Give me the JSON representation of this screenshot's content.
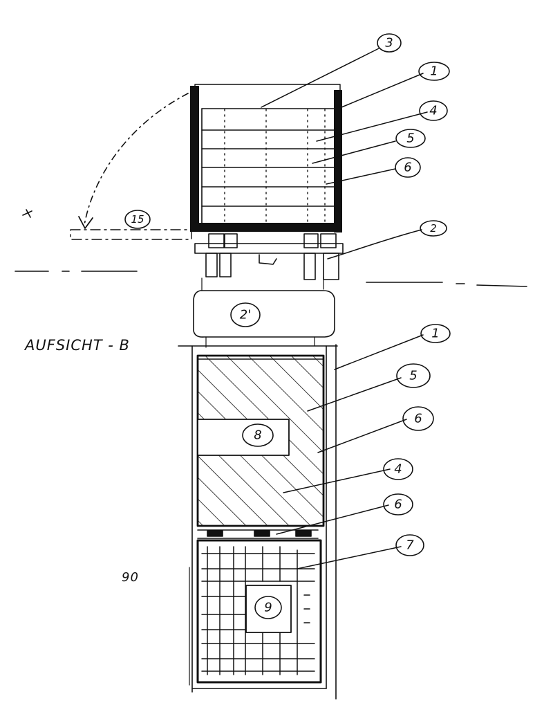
{
  "view_title": "AUFSICHT - B",
  "note_left": "90",
  "labels": {
    "l3": "3",
    "l1_top": "1",
    "l4_top": "4",
    "l5_top": "5",
    "l6_top": "6",
    "l15": "15",
    "l2_top": "2",
    "l2_prime": "2'",
    "l1_bot": "1",
    "l5_bot": "5",
    "l8": "8",
    "l6_bot": "6",
    "l4_bot": "4",
    "l6_low": "6",
    "l7": "7",
    "l9": "9"
  }
}
